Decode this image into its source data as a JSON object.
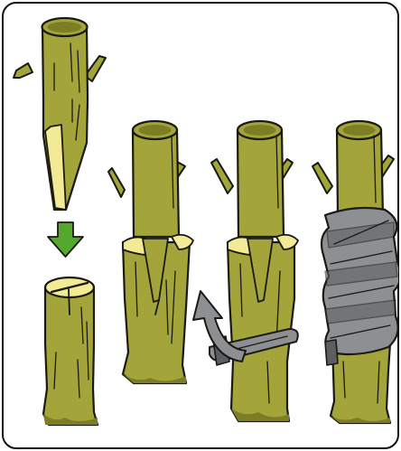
{
  "figure": {
    "steps": [
      {
        "id": "prepare-scion",
        "icons": [
          "scion-wedge-cut",
          "arrow-down-icon"
        ]
      },
      {
        "id": "split-rootstock",
        "icons": [
          "rootstock-split-top"
        ]
      },
      {
        "id": "insert-scion",
        "icons": [
          "joined-graft"
        ]
      },
      {
        "id": "begin-wrapping",
        "icons": [
          "curved-arrow-icon",
          "grafting-tape"
        ]
      },
      {
        "id": "wrapped-graft",
        "icons": [
          "wrapped-graft"
        ]
      }
    ]
  },
  "colors": {
    "frame": "#111111",
    "background": "#ffffff",
    "stem_fill": "#a3a43a",
    "stem_shadow": "#7c7d24",
    "cut_wood": "#f2ea94",
    "outline": "#1a1a14",
    "arrow_green": "#55a82e",
    "tape_gray": "#8d8f93",
    "tape_dark": "#5c5e62"
  }
}
